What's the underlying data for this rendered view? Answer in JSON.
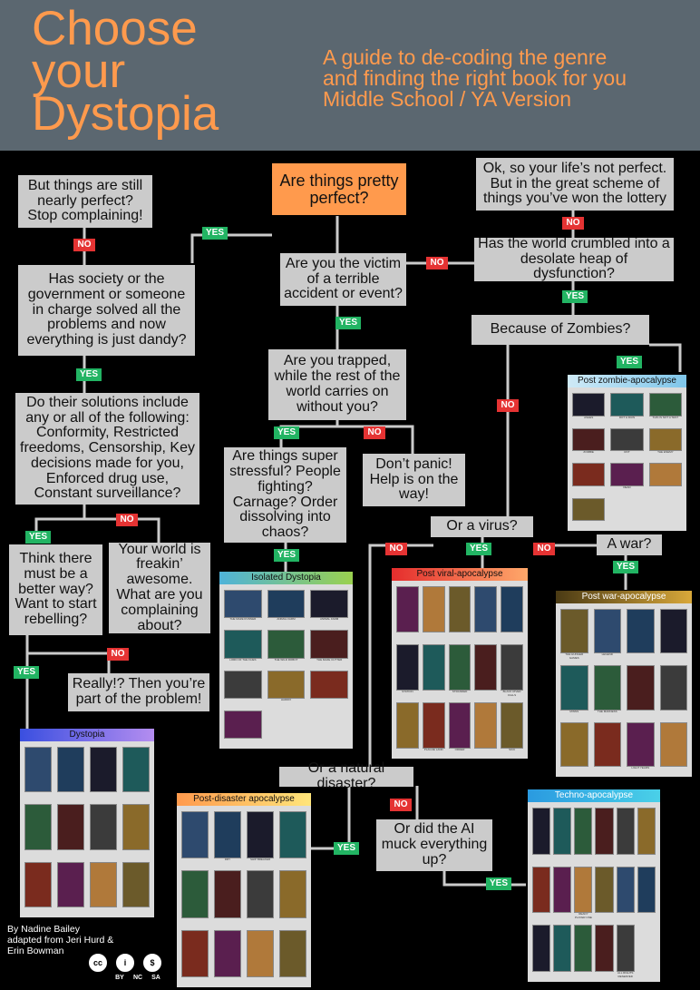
{
  "header": {
    "title": "Choose\nyour\nDystopia",
    "subtitle": "A guide to de-coding the genre\nand finding the right book for you\nMiddle School / YA Version"
  },
  "colors": {
    "header_bg": "#5b6770",
    "accent": "#ff9a4d",
    "yes": "#22b463",
    "no": "#e53333",
    "box": "#cbcbcb"
  },
  "nodes": {
    "start": "Are things pretty perfect?",
    "nearly_perfect": "But things are still nearly perfect? Stop complaining!",
    "lottery": "Ok, so your life’s not perfect. But in the great scheme of things you’ve won the lottery",
    "society_solved": "Has society or the government or someone in charge solved all the problems and now everything is just dandy?",
    "victim": "Are you the victim of a terrible accident or event?",
    "crumbled": "Has the world crumbled into a desolate heap of dysfunction?",
    "zombies": "Because of Zombies?",
    "solutions": "Do their solutions include any or all of the following: Conformity, Restricted freedoms, Censorship, Key decisions made for you, Enforced drug use, Constant surveillance?",
    "trapped": "Are you trapped, while the rest of the world carries on without you?",
    "stressful": "Are things super stressful? People fighting? Carnage? Order dissolving into chaos?",
    "dont_panic": "Don’t panic! Help is on the way!",
    "virus": "Or a virus?",
    "war": "A war?",
    "better_way": "Think there must be a better way? Want to start rebelling?",
    "awesome": "Your world is freakin’ awesome. What are you complaining about?",
    "really": "Really!? Then you’re part of the problem!",
    "natural": "Or a natural disaster?",
    "ai": "Or did the AI muck everything up?"
  },
  "answers": {
    "yes": "YES",
    "no": "NO"
  },
  "panels": {
    "zombie": {
      "title": "Post zombie-apocalypse",
      "books": [
        "ASHES",
        "ROT & RUIN",
        "THIS IS NOT A TEST",
        "ZOMBIE",
        "ROT",
        "THE ENEMY",
        "",
        "DEAD",
        "",
        ""
      ]
    },
    "isolated": {
      "title": "Isolated Dystopia",
      "books": [
        "THE MAZE RUNNER",
        "ANIMAL FARM",
        "ANIMAL FARM",
        "LORD OF THE FLIES",
        "THE WILD ROBOT",
        "THE MAZE CUTTER",
        "",
        "HADDIX",
        "",
        ""
      ]
    },
    "viral": {
      "title": "Post viral-apocalypse",
      "books": [
        "",
        "",
        "",
        "",
        "",
        "STATION",
        "",
        "STRANDED",
        "",
        "BLACK RIVER FALLS",
        "",
        "PLAGUE LAND",
        "ORDER",
        "",
        "SICK"
      ]
    },
    "war": {
      "title": "Post war-apocalypse",
      "books": [
        "THE HUNGER GAMES",
        "LEGEND",
        "",
        "",
        "MINNS",
        "THE MADNESS",
        "",
        "",
        "",
        "",
        "LIGHT YEARS",
        ""
      ]
    },
    "dystopia": {
      "title": "Dystopia",
      "books": [
        "",
        "",
        "",
        "",
        "",
        "",
        "",
        "",
        "",
        "",
        "",
        ""
      ]
    },
    "disaster": {
      "title": "Post-disaster apocalypse",
      "books": [
        "",
        "DRY",
        "SHIP BREAKER",
        "",
        "",
        "",
        "",
        "",
        "",
        "",
        "",
        ""
      ]
    },
    "techno": {
      "title": "Techno-apocalypse",
      "books": [
        "",
        "",
        "",
        "",
        "",
        "",
        "",
        "",
        "READY PLAYER ONE",
        "",
        "",
        "",
        "",
        "",
        "",
        "",
        "ALL RIGHTS RESERVED"
      ]
    }
  },
  "credit": "By Nadine Bailey\nadapted from Jeri Hurd &\nErin Bowman",
  "license": {
    "labels": [
      "BY",
      "NC",
      "SA"
    ],
    "symbols": [
      "cc",
      "i",
      "$"
    ]
  }
}
